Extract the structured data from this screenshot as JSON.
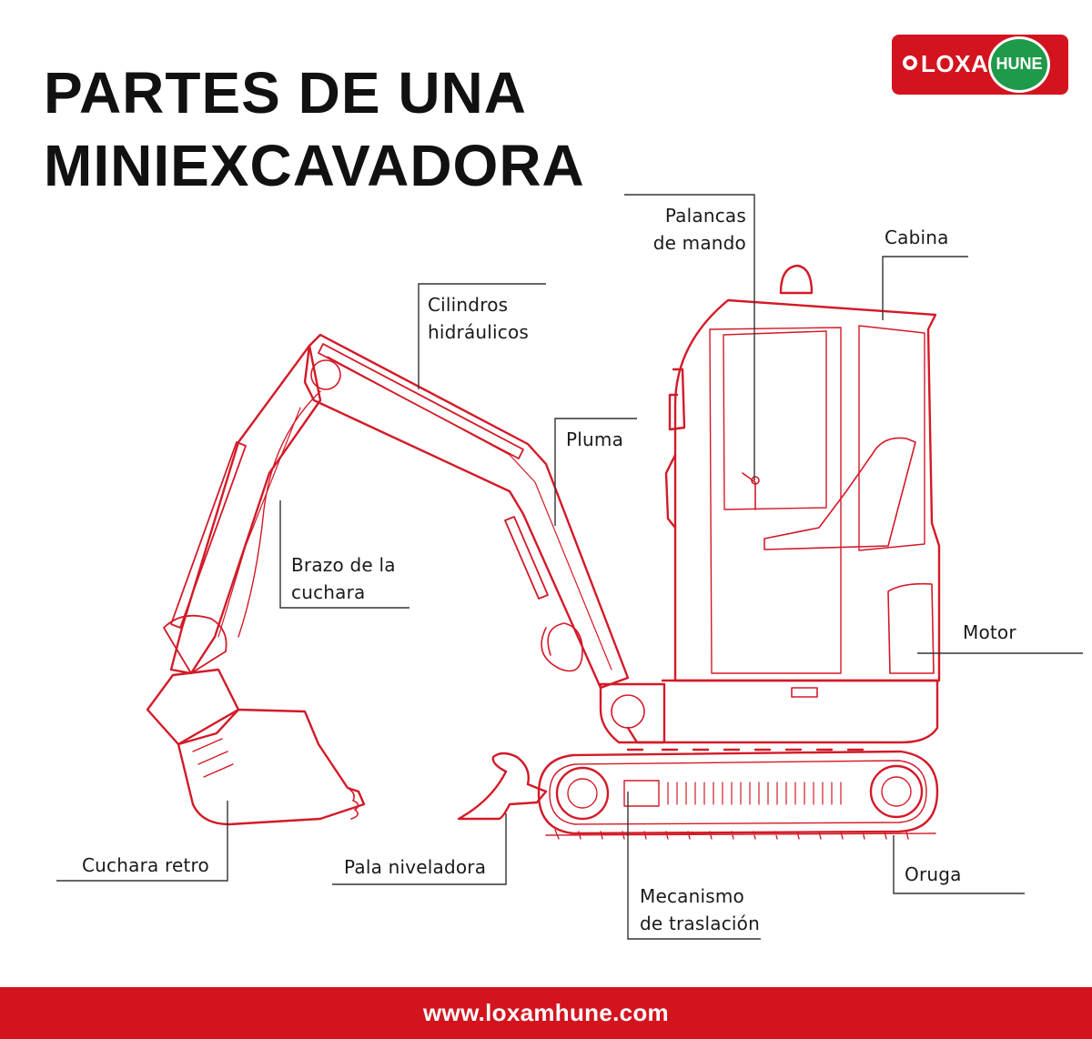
{
  "title": {
    "line1": "PARTES DE UNA",
    "line2": "MINIEXCAVADORA"
  },
  "logo": {
    "word": "LOXAM",
    "badge": "HUNE"
  },
  "colors": {
    "brand_red": "#d3141e",
    "brand_green": "#1f9a4a",
    "machine_line": "#d31a28",
    "leader_line": "#333333"
  },
  "labels": {
    "palancas_de_mando": {
      "line1": "Palancas",
      "line2": "de mando"
    },
    "cabina": {
      "line1": "Cabina"
    },
    "cilindros_hidraulicos": {
      "line1": "Cilindros",
      "line2": "hidráulicos"
    },
    "pluma": {
      "line1": "Pluma"
    },
    "brazo_de_la_cuchara": {
      "line1": "Brazo de la",
      "line2": "cuchara"
    },
    "motor": {
      "line1": "Motor"
    },
    "cuchara_retro": {
      "line1": "Cuchara retro"
    },
    "pala_niveladora": {
      "line1": "Pala niveladora"
    },
    "oruga": {
      "line1": "Oruga"
    },
    "mecanismo_de_traslacion": {
      "line1": "Mecanismo",
      "line2": "de traslación"
    }
  },
  "footer": {
    "url": "www.loxamhune.com"
  }
}
